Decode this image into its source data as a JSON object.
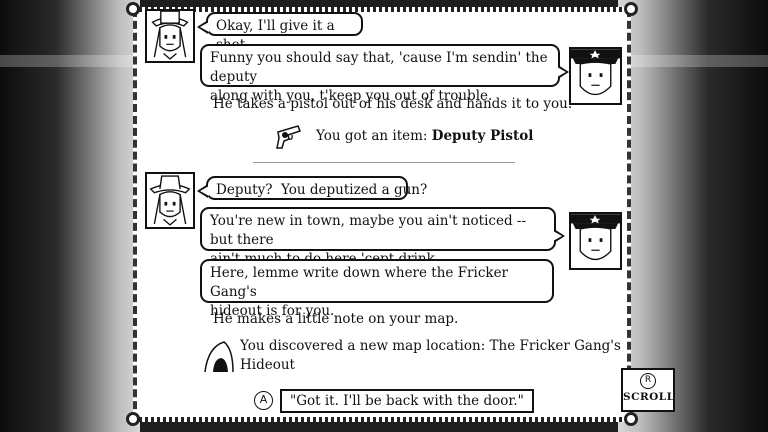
{
  "dialogue": {
    "line1": "Okay, I'll give it a shot.",
    "line2_a": "Funny you should say that, 'cause I'm sendin' the deputy",
    "line2_b": "along with you, t'keep you out of trouble.",
    "narration1": "He takes a pistol out of his desk and hands it to you.",
    "item_prefix": "You got an item: ",
    "item_name": "Deputy Pistol",
    "line3": "Deputy?  You deputized a gun?",
    "line4_a": "You're new in town, maybe you ain't noticed -- but there",
    "line4_b": "ain't much to do here 'cept drink.",
    "line5_a": "Here, lemme write down where the Fricker Gang's",
    "line5_b": "hideout is for you.",
    "narration2": "He makes a little note on your map.",
    "location_a": "You discovered a new map location: The Fricker Gang's",
    "location_b": "Hideout"
  },
  "controls": {
    "choice_button_glyph": "A",
    "choice_text": "\"Got it. I'll be back with the door.\"",
    "scroll_glyph": "R",
    "scroll_label": "SCROLL"
  },
  "icons": {
    "player": "cowboy-portrait-icon",
    "sheriff": "sheriff-portrait-icon",
    "item": "pistol-icon",
    "location": "cave-hideout-icon"
  },
  "colors": {
    "ink": "#111111",
    "paper": "#ffffff",
    "divider": "#9a9a9a"
  }
}
